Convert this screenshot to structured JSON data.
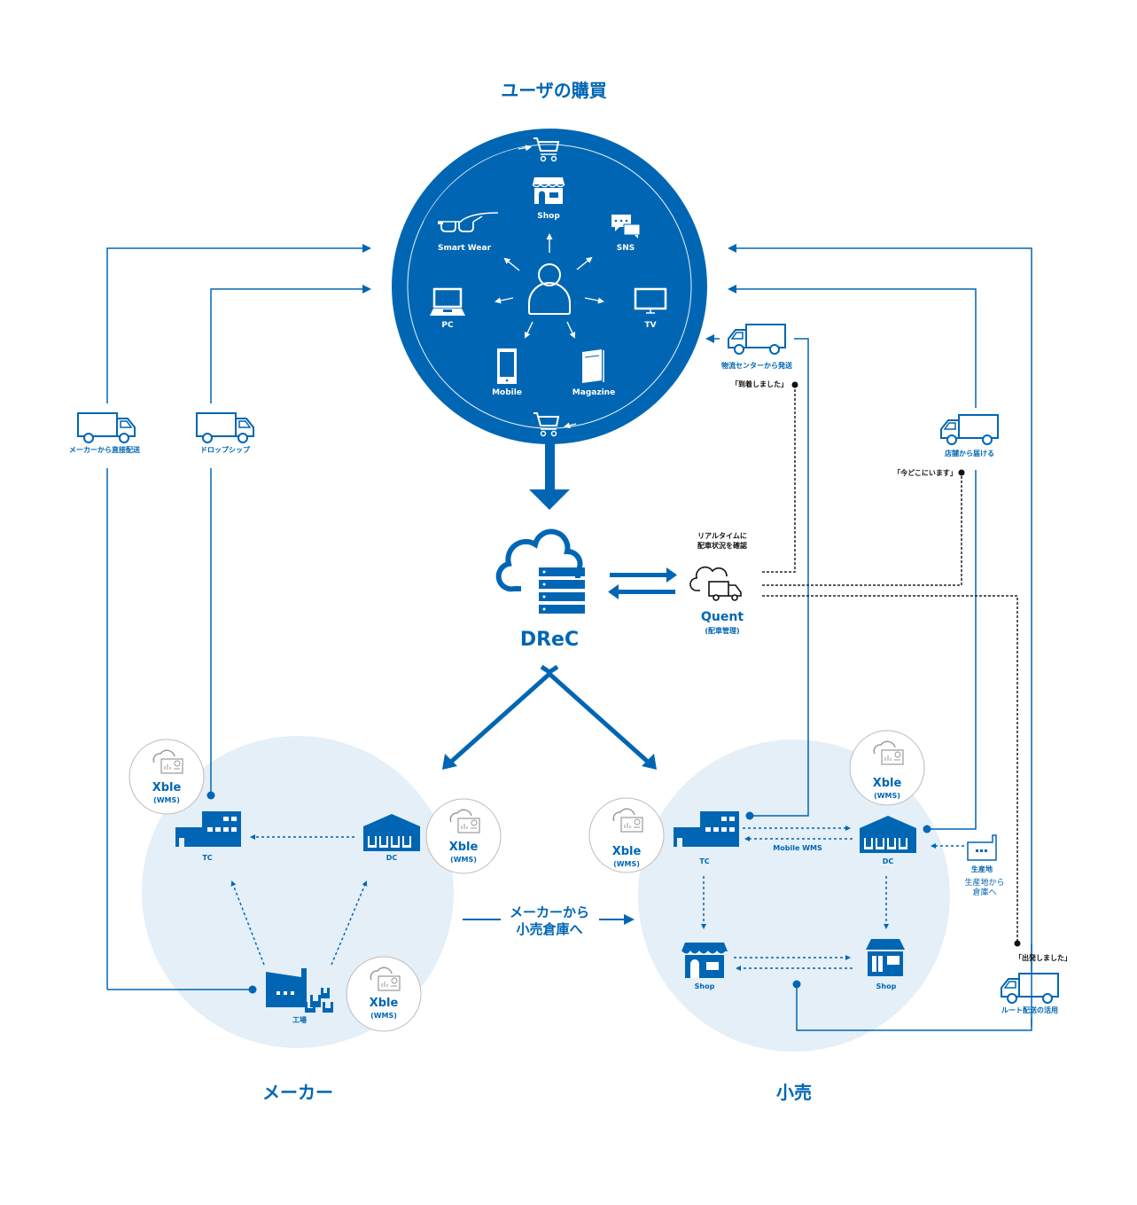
{
  "title": "ユーザの購買",
  "colors": {
    "primary": "#0066b3",
    "light_region": "#e4eff8",
    "dotted": "#222222",
    "badge_border": "#bbbbbb"
  },
  "user_circle": {
    "channels": [
      {
        "label": "Shop",
        "icon": "shop-icon"
      },
      {
        "label": "SNS",
        "icon": "chat-icon"
      },
      {
        "label": "TV",
        "icon": "tv-icon"
      },
      {
        "label": "Magazine",
        "icon": "magazine-icon"
      },
      {
        "label": "Mobile",
        "icon": "mobile-icon"
      },
      {
        "label": "PC",
        "icon": "laptop-icon"
      },
      {
        "label": "Smart Wear",
        "icon": "smart-glasses-icon"
      }
    ],
    "center_icon": "user-icon",
    "cart_icon": "cart-icon"
  },
  "left_routes": [
    {
      "label": "メーカーから直接配送",
      "icon": "truck-icon"
    },
    {
      "label": "ドロップシップ",
      "icon": "truck-icon"
    }
  ],
  "right_routes": [
    {
      "label": "物流センターから発送",
      "icon": "truck-icon",
      "status": "「到着しました」"
    },
    {
      "label": "店舗から届ける",
      "icon": "truck-icon",
      "status": "「今どこにいます」"
    },
    {
      "label": "ルート配送の活用",
      "icon": "truck-icon",
      "status": "「出発しました」"
    }
  ],
  "drec": {
    "label": "DReC"
  },
  "quent": {
    "label": "Quent",
    "sub": "(配車管理)",
    "caption_line1": "リアルタイムに",
    "caption_line2": "配車状況を確認"
  },
  "maker": {
    "title": "メーカー",
    "nodes": {
      "tc": "TC",
      "dc": "DC",
      "factory": "工場"
    },
    "badge": {
      "name": "Xble",
      "sub": "(WMS)"
    }
  },
  "transfer": {
    "line1": "メーカーから",
    "line2": "小売倉庫へ"
  },
  "retail": {
    "title": "小売",
    "nodes": {
      "tc": "TC",
      "dc": "DC",
      "shop1": "Shop",
      "shop2": "Shop",
      "origin": "生産地",
      "origin_note1": "生産地から",
      "origin_note2": "倉庫へ"
    },
    "mobile_wms": "Mobile WMS",
    "badge": {
      "name": "Xble",
      "sub": "(WMS)"
    }
  }
}
